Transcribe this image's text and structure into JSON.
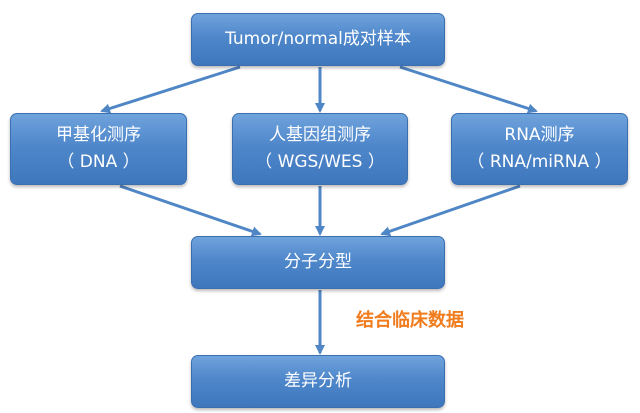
{
  "colors": {
    "box_fill": "#4f87cb",
    "arrow": "#4f86c6",
    "note": "#f07c1e"
  },
  "nodes": {
    "top": "Tumor/normal成对样本",
    "methylation": {
      "line1": "甲基化测序",
      "line2": "（ DNA ）"
    },
    "genome": {
      "line1": "人基因组测序",
      "line2": "（ WGS/WES ）"
    },
    "rna": {
      "line1": "RNA测序",
      "line2": "（ RNA/miRNA ）"
    },
    "subtyping": "分子分型",
    "differential": "差异分析"
  },
  "note": "结合临床数据"
}
